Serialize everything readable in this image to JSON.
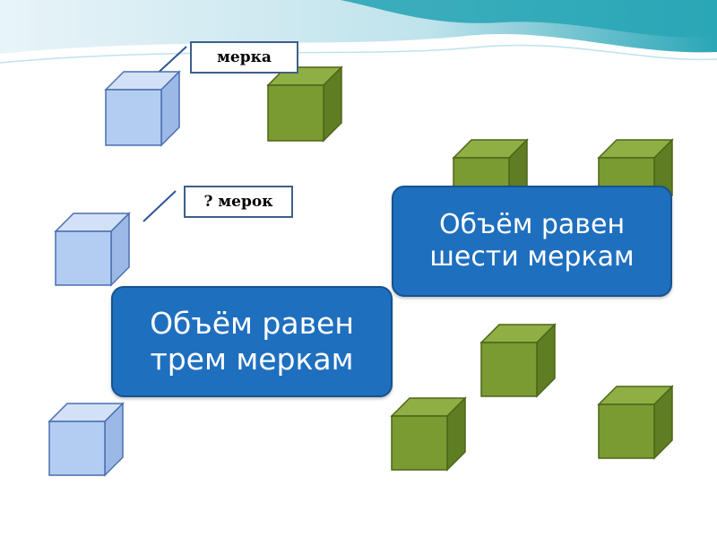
{
  "labels": {
    "unit": "мерка",
    "question": "? мерок"
  },
  "callouts": {
    "three": {
      "line1": "Объём равен",
      "line2": "трем меркам"
    },
    "six": {
      "line1": "Объём равен",
      "line2": "шести меркам"
    }
  },
  "colors": {
    "blue_cube_front": "#b3ccf2",
    "blue_cube_top": "#d3e1f7",
    "blue_cube_side": "#9bb8e6",
    "blue_cube_edge": "#4a6fb0",
    "green_cube_front": "#7a9a32",
    "green_cube_top": "#8faf45",
    "green_cube_side": "#5f7d22",
    "green_cube_edge": "#4d6518",
    "callout_fill": "#1f6fbf",
    "callout_border": "#17528f",
    "header_teal": "#27a7b8"
  }
}
